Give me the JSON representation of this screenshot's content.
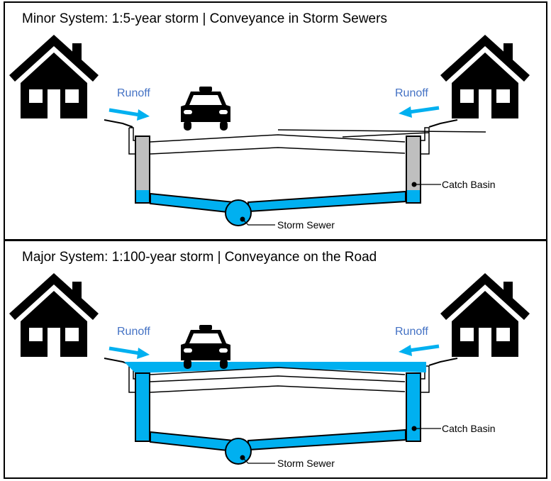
{
  "colors": {
    "water": "#00b0f0",
    "runoff_text": "#4472c4",
    "basin_empty": "#bfbfbf",
    "ink": "#000000"
  },
  "panels": [
    {
      "id": "minor",
      "title": "Minor System: 1:5-year storm | Conveyance in Storm Sewers",
      "runoff_left": "Runoff",
      "runoff_right": "Runoff",
      "catch_basin_label": "Catch Basin",
      "storm_sewer_label": "Storm Sewer",
      "road_flooded": false,
      "catch_basin_fill_fraction": 0.2
    },
    {
      "id": "major",
      "title": "Major System: 1:100-year storm | Conveyance on the Road",
      "runoff_left": "Runoff",
      "runoff_right": "Runoff",
      "catch_basin_label": "Catch Basin",
      "storm_sewer_label": "Storm Sewer",
      "road_flooded": true,
      "catch_basin_fill_fraction": 1.0
    }
  ],
  "icons": {
    "house": "house-icon",
    "car": "taxi-icon",
    "arrow": "arrow-icon"
  }
}
